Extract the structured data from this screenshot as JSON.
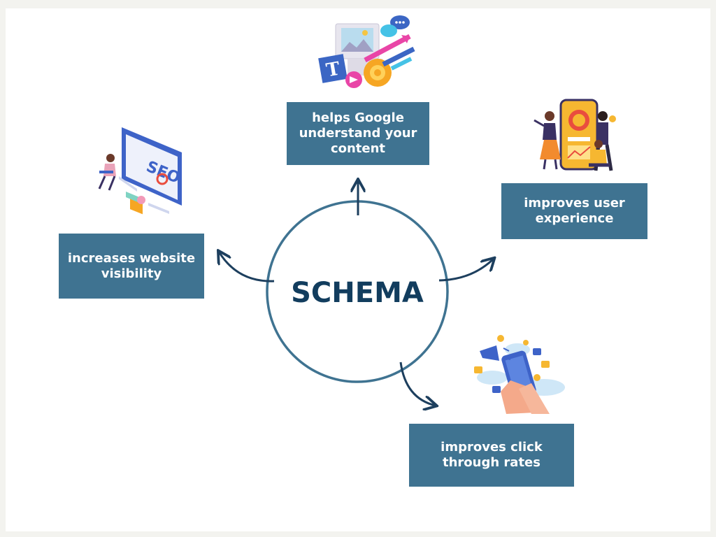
{
  "diagram": {
    "center_label": "SCHEMA",
    "nodes": [
      {
        "id": "google",
        "label": "helps Google\nunderstand your\ncontent",
        "icon": "content-optimization-icon"
      },
      {
        "id": "ux",
        "label": "improves user\nexperience",
        "icon": "user-experience-people-icon"
      },
      {
        "id": "visibility",
        "label": "increases website\nvisibility",
        "icon": "seo-monitor-icon"
      },
      {
        "id": "ctr",
        "label": "improves click\nthrough rates",
        "icon": "social-media-phone-icon"
      }
    ],
    "colors": {
      "box_fill": "#3f7391",
      "box_text": "#ffffff",
      "center_text": "#123d5e",
      "circle_stroke": "#3f7391",
      "arrow": "#1d3f5e",
      "background": "#f3f3ef"
    }
  }
}
